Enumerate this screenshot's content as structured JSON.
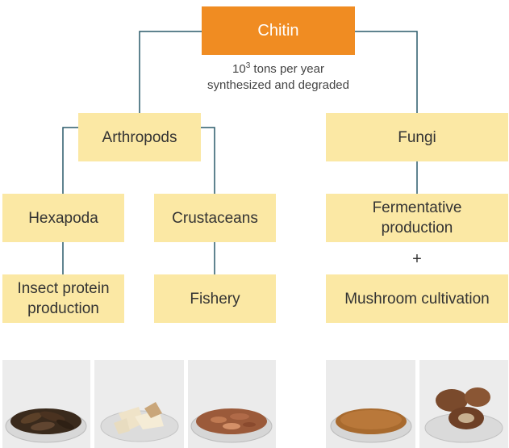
{
  "nodes": {
    "chitin": "Chitin",
    "arthropods": "Arthropods",
    "fungi": "Fungi",
    "hexapoda": "Hexapoda",
    "crustaceans": "Crustaceans",
    "fermentative": "Fermentative production",
    "insect_protein": "Insect protein production",
    "fishery": "Fishery",
    "mushroom": "Mushroom cultivation"
  },
  "annotation": {
    "base": "10",
    "exponent": "3",
    "line1_rest": " tons per year",
    "line2": "synthesized and degraded"
  },
  "plus_sign": "+",
  "colors": {
    "root_fill": "#f08c22",
    "node_fill": "#fbe8a4",
    "connector": "#2a5a6a"
  }
}
